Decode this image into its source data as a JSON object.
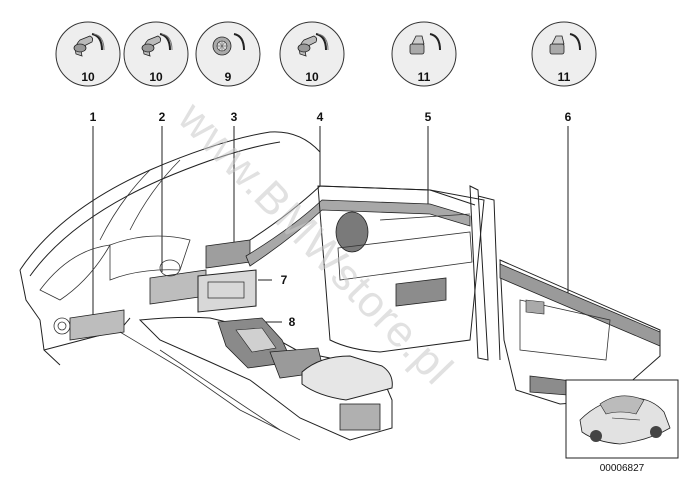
{
  "diagram": {
    "callouts": [
      {
        "id": "c1",
        "label": "10"
      },
      {
        "id": "c2",
        "label": "10"
      },
      {
        "id": "c3",
        "label": "9"
      },
      {
        "id": "c4",
        "label": "10"
      },
      {
        "id": "c5",
        "label": "11"
      },
      {
        "id": "c6",
        "label": "11"
      }
    ],
    "parts": {
      "p1": "1",
      "p2": "2",
      "p3": "3",
      "p4": "4",
      "p5": "5",
      "p6": "6",
      "p7": "7",
      "p8": "8"
    },
    "watermark": "www.BMWstore.pl",
    "document_number": "00006827",
    "icons": {
      "clip": "trim-clip-icon",
      "car": "car-thumbnail-icon"
    }
  }
}
